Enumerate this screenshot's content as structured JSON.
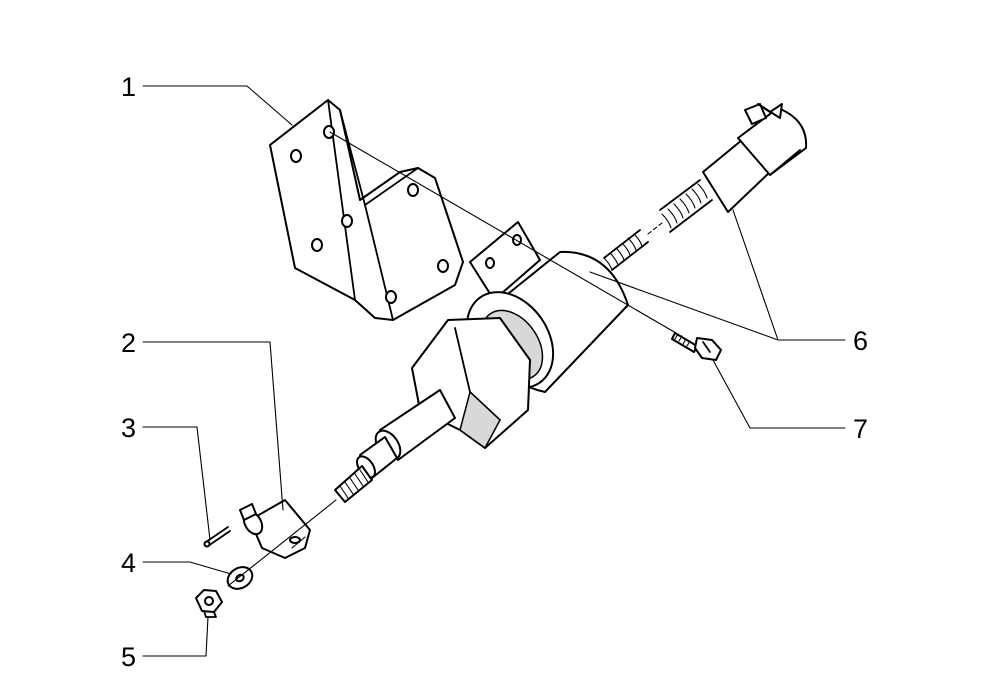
{
  "diagram": {
    "callouts": [
      {
        "id": "1",
        "label": "1"
      },
      {
        "id": "2",
        "label": "2"
      },
      {
        "id": "3",
        "label": "3"
      },
      {
        "id": "4",
        "label": "4"
      },
      {
        "id": "5",
        "label": "5"
      },
      {
        "id": "6",
        "label": "6"
      },
      {
        "id": "7",
        "label": "7"
      }
    ],
    "parts": [
      {
        "callout": "1",
        "icon": "mounting-bracket-icon"
      },
      {
        "callout": "2",
        "icon": "clevis-icon"
      },
      {
        "callout": "3",
        "icon": "cotter-pin-icon"
      },
      {
        "callout": "4",
        "icon": "washer-icon"
      },
      {
        "callout": "5",
        "icon": "hex-nut-icon"
      },
      {
        "callout": "6",
        "icon": "solenoid-icon"
      },
      {
        "callout": "7",
        "icon": "bolt-icon"
      }
    ],
    "colors": {
      "line": "#000000",
      "background": "#ffffff",
      "shade": "#d8d8d8"
    }
  }
}
